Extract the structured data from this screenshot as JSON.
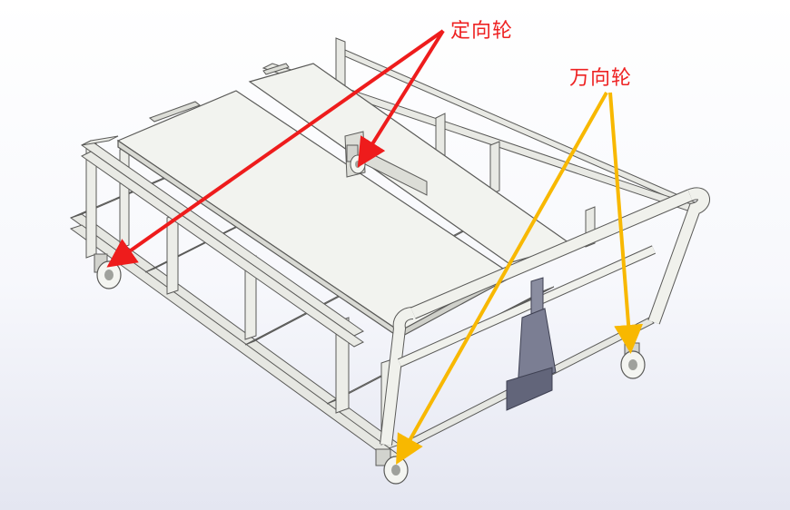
{
  "annotations": {
    "fixed_caster_label": "定向轮",
    "swivel_caster_label": "万向轮"
  },
  "colors": {
    "fixed_arrow": "#ee1c1c",
    "swivel_arrow": "#f8b800",
    "label_text": "#ee2222",
    "frame": "#e8e9e4",
    "frame_outline": "#5a5a58",
    "deck": "#f2f3ef",
    "handle_plate": "#62657a"
  },
  "icons": {
    "fixed_caster": "fixed-caster-wheel",
    "swivel_caster": "swivel-caster-wheel"
  }
}
